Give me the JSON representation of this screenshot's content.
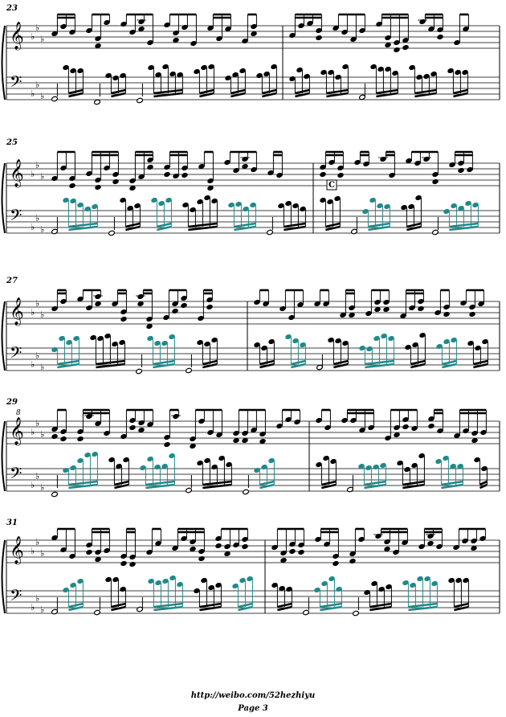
{
  "systems": [
    {
      "measures": [
        "23",
        ""
      ],
      "rehearsal": ""
    },
    {
      "measures": [
        "25",
        ""
      ],
      "rehearsal": "C"
    },
    {
      "measures": [
        "27",
        ""
      ],
      "rehearsal": ""
    },
    {
      "measures": [
        "29",
        ""
      ],
      "rehearsal": "",
      "octave_mark": "8"
    },
    {
      "measures": [
        "31",
        ""
      ],
      "rehearsal": ""
    }
  ],
  "footer": {
    "url": "http://weibo.com/52hezhiyu",
    "page": "Page 3"
  },
  "colors": {
    "ink": "#000000",
    "highlight": "#1f8a8a"
  }
}
